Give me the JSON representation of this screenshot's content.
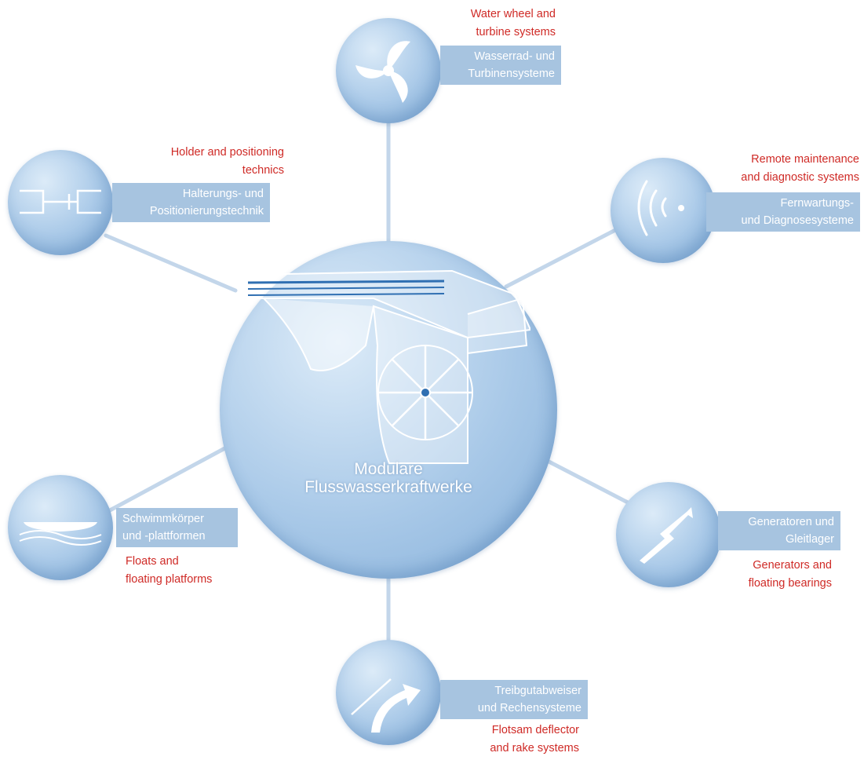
{
  "center": {
    "title_line1": "Modulare",
    "title_line2": "Flusswasserkraftwerke"
  },
  "nodes": {
    "top": {
      "de": [
        "Wasserrad- und",
        "Turbinensysteme"
      ],
      "en": [
        "Water wheel and",
        "turbine systems"
      ],
      "icon": "turbine-icon"
    },
    "holder": {
      "de": [
        "Halterungs- und",
        "Positionierungstechnik"
      ],
      "en": [
        "Holder and positioning",
        "technics"
      ],
      "icon": "connector-icon"
    },
    "remote": {
      "de": [
        "Fernwartungs-",
        "und Diagnosesysteme"
      ],
      "en": [
        "Remote maintenance",
        "and diagnostic systems"
      ],
      "icon": "signal-icon"
    },
    "floats": {
      "de": [
        "Schwimmkörper",
        "und -plattformen"
      ],
      "en": [
        "Floats and",
        "floating platforms"
      ],
      "icon": "float-platform-icon"
    },
    "generators": {
      "de": [
        "Generatoren und",
        "Gleitlager"
      ],
      "en": [
        "Generators and",
        "floating bearings"
      ],
      "icon": "lightning-icon"
    },
    "flotsam": {
      "de": [
        "Treibgutabweiser",
        "und Rechensysteme"
      ],
      "en": [
        "Flotsam deflector",
        "and rake systems"
      ],
      "icon": "deflector-arrow-icon"
    }
  },
  "colors": {
    "circle": "#a9c9e8",
    "label_box": "#a7c4e0",
    "english_text": "#cf2a26",
    "connector": "#c3d6ea"
  }
}
